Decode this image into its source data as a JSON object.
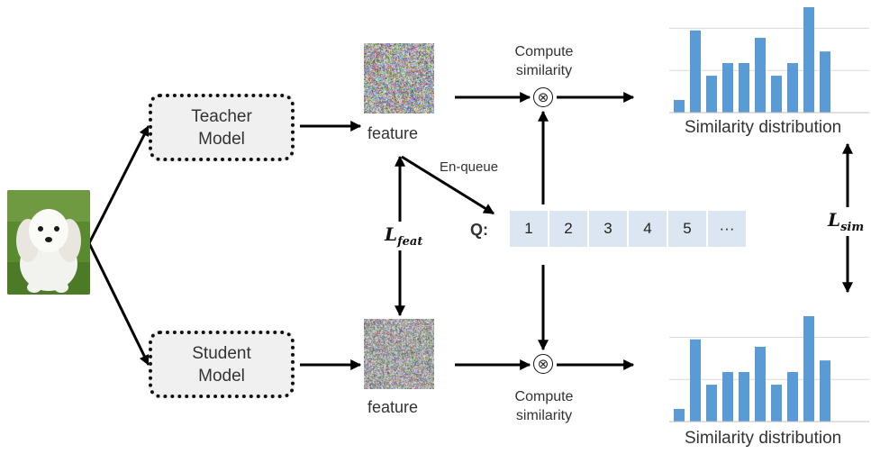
{
  "teacher_model": {
    "line1": "Teacher",
    "line2": "Model"
  },
  "student_model": {
    "line1": "Student",
    "line2": "Model"
  },
  "feature_teacher_label": "feature",
  "feature_student_label": "feature",
  "compute_teacher": {
    "line1": "Compute",
    "line2": "similarity"
  },
  "compute_student": {
    "line1": "Compute",
    "line2": "similarity"
  },
  "otimes_symbol": "⊗",
  "enqueue_label": "En-queue",
  "l_feat": {
    "main": "L",
    "sub": "feat"
  },
  "l_sim": {
    "main": "L",
    "sub": "sim"
  },
  "queue": {
    "label": "Q:",
    "cells": [
      "1",
      "2",
      "3",
      "4",
      "5",
      "···"
    ]
  },
  "similarity_label_top": "Similarity distribution",
  "similarity_label_bottom": "Similarity distribution",
  "colors": {
    "bar": "#5b9bd5",
    "queue_cell": "#dce6f2",
    "model_box": "#f0f0f0"
  },
  "chart_data": [
    {
      "type": "bar",
      "title": "",
      "values": [
        0.12,
        0.78,
        0.35,
        0.47,
        0.47,
        0.71,
        0.35,
        0.47,
        1.0,
        0.58
      ]
    },
    {
      "type": "bar",
      "title": "",
      "values": [
        0.12,
        0.78,
        0.35,
        0.47,
        0.47,
        0.71,
        0.35,
        0.47,
        1.0,
        0.58
      ]
    }
  ]
}
